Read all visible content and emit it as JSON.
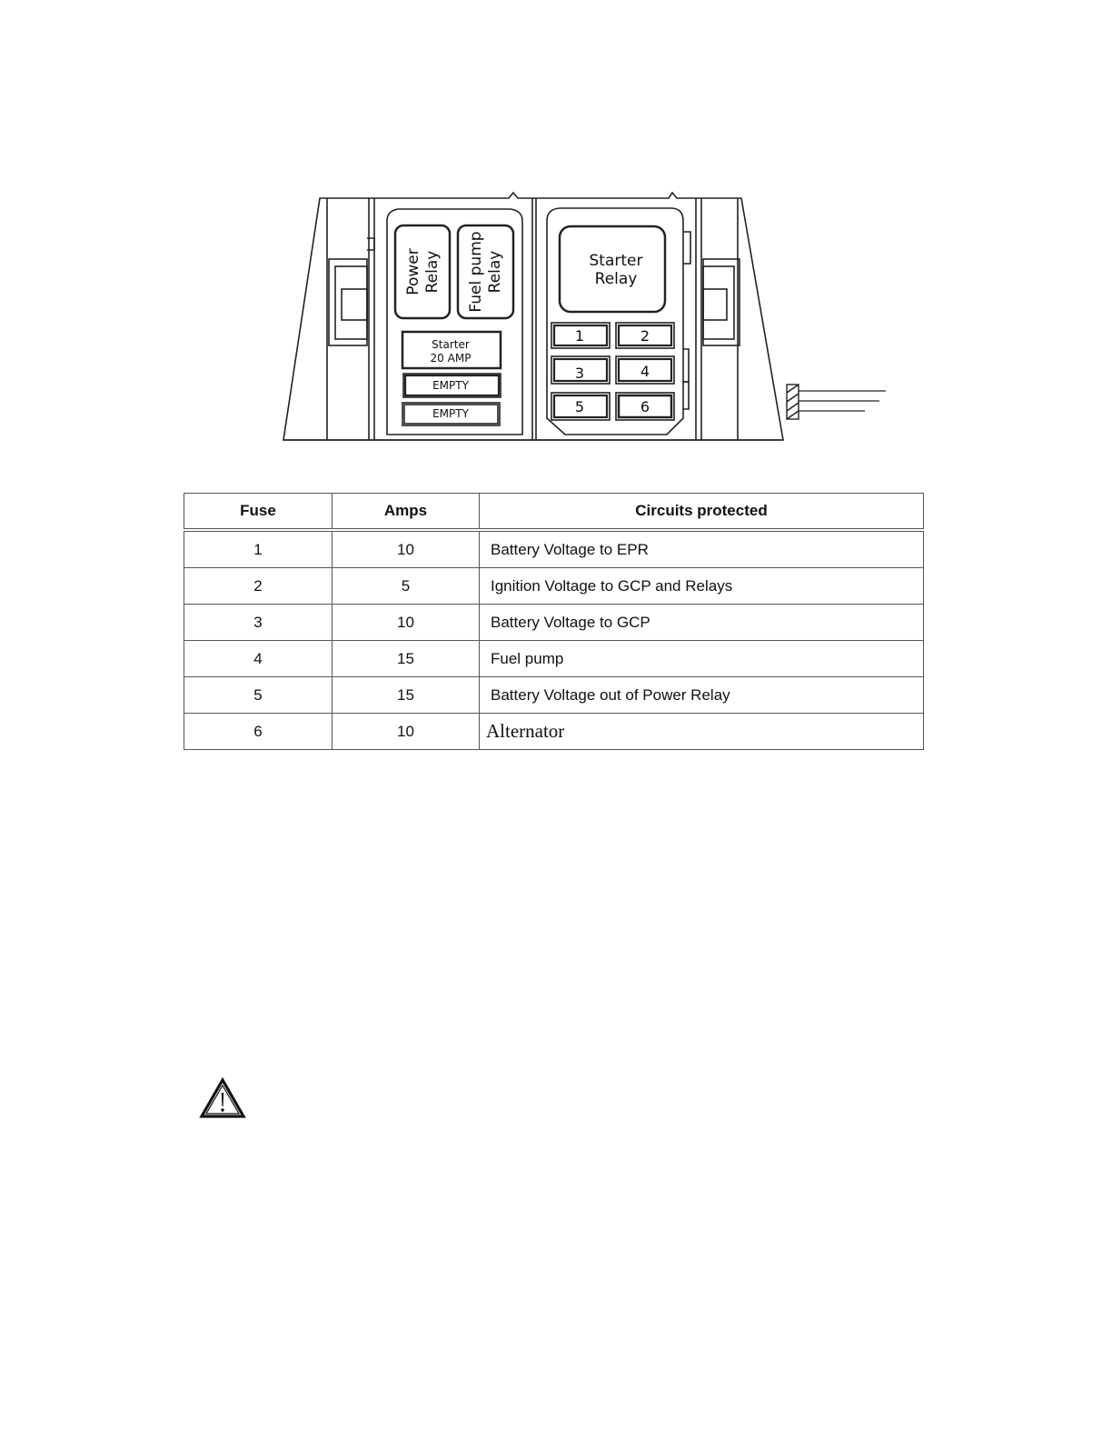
{
  "diagram": {
    "power_relay": [
      "Power",
      "Relay"
    ],
    "fuel_pump_relay": [
      "Fuel pump",
      "Relay"
    ],
    "starter_relay": [
      "Starter",
      "Relay"
    ],
    "starter_fuse": [
      "Starter",
      "20 AMP"
    ],
    "empty_slot_1": "EMPTY",
    "empty_slot_2": "EMPTY",
    "fuse_numbers": [
      "1",
      "2",
      "3",
      "4",
      "5",
      "6"
    ]
  },
  "table": {
    "headers": [
      "Fuse",
      "Amps",
      "Circuits protected"
    ],
    "rows": [
      {
        "fuse": "1",
        "amps": "10",
        "circuit": "Battery Voltage to EPR"
      },
      {
        "fuse": "2",
        "amps": "5",
        "circuit": "Ignition Voltage to GCP and Relays"
      },
      {
        "fuse": "3",
        "amps": "10",
        "circuit": "Battery Voltage to GCP"
      },
      {
        "fuse": "4",
        "amps": "15",
        "circuit": "Fuel pump"
      },
      {
        "fuse": "5",
        "amps": "15",
        "circuit": "Battery Voltage out of Power Relay"
      },
      {
        "fuse": "6",
        "amps": "10",
        "circuit": "Alternator"
      }
    ]
  },
  "icons": {
    "warning": "warning-triangle-icon"
  }
}
